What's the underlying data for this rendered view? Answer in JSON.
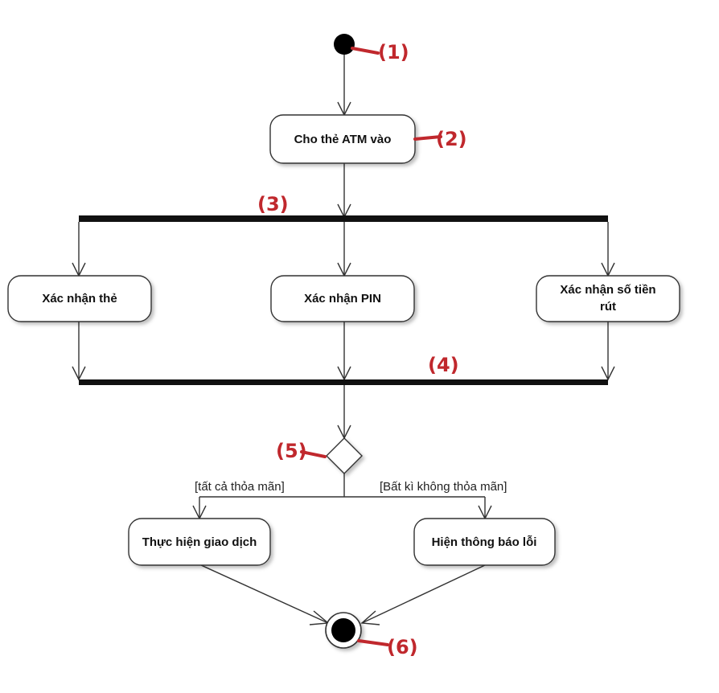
{
  "colors": {
    "line": "#333333",
    "node_fill": "#ffffff",
    "node_stroke": "#333333",
    "bar": "#111111",
    "marker": "#c0282d"
  },
  "nodes": {
    "insert_card": "Cho thẻ ATM vào",
    "verify_card": "Xác nhận thẻ",
    "verify_pin": "Xác nhận PIN",
    "verify_amount_line1": "Xác nhận số tiền",
    "verify_amount_line2": "rút",
    "do_transaction": "Thực hiện giao dịch",
    "show_error": "Hiện thông báo lỗi"
  },
  "guards": {
    "all_ok": "[tất cả thỏa mãn]",
    "any_fail": "[Bất kì không thỏa mãn]"
  },
  "markers": {
    "m1": "(1)",
    "m2": "(2)",
    "m3": "(3)",
    "m4": "(4)",
    "m5": "(5)",
    "m6": "(6)"
  }
}
